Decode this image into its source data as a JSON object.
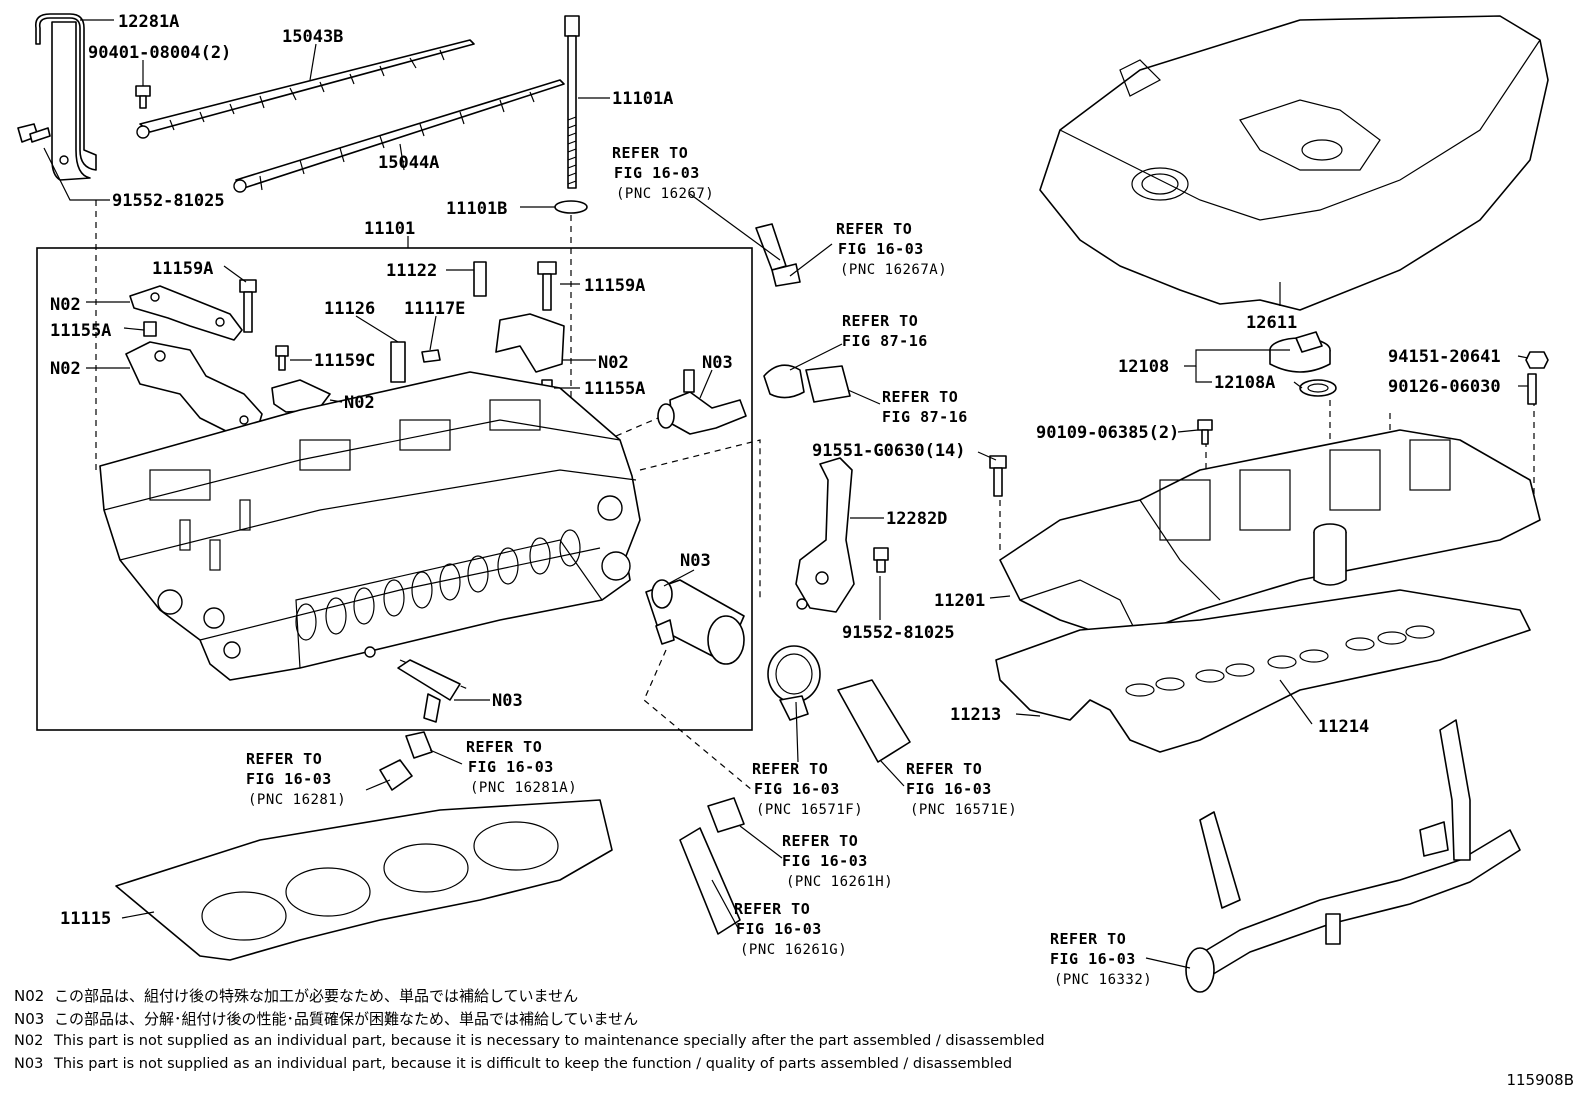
{
  "parts": {
    "p12281A": "12281A",
    "p90401": "90401-08004(2)",
    "p15043B": "15043B",
    "p11101A": "11101A",
    "p15044A": "15044A",
    "p91552a": "91552-81025",
    "p11101B": "11101B",
    "p11101": "11101",
    "p11159A_1": "11159A",
    "p11122": "11122",
    "p11159A_2": "11159A",
    "pN02_1": "N02",
    "p11126": "11126",
    "p11117E": "11117E",
    "p11155A_1": "11155A",
    "pN02_2": "N02",
    "p11159C": "11159C",
    "pN02_3": "N02",
    "pN02_4": "N02",
    "p11155A_2": "11155A",
    "pN03_1": "N03",
    "pN03_2": "N03",
    "pN03_3": "N03",
    "p12611": "12611",
    "p12108": "12108",
    "p12108A": "12108A",
    "p94151": "94151-20641",
    "p90126": "90126-06030",
    "p90109": "90109-06385(2)",
    "p91551": "91551-G0630(14)",
    "p12282D": "12282D",
    "p91552b": "91552-81025",
    "p11201": "11201",
    "p11213": "11213",
    "p11214": "11214",
    "p11115": "11115"
  },
  "refs": {
    "r1": {
      "a": "REFER TO",
      "b": "FIG 16-03",
      "c": "(PNC 16267)"
    },
    "r2": {
      "a": "REFER TO",
      "b": "FIG 16-03",
      "c": "(PNC 16267A)"
    },
    "r3": {
      "a": "REFER TO",
      "b": "FIG 87-16"
    },
    "r4": {
      "a": "REFER TO",
      "b": "FIG 87-16"
    },
    "r5": {
      "a": "REFER TO",
      "b": "FIG 16-03",
      "c": "(PNC 16281)"
    },
    "r6": {
      "a": "REFER TO",
      "b": "FIG 16-03",
      "c": "(PNC 16281A)"
    },
    "r7": {
      "a": "REFER TO",
      "b": "FIG 16-03",
      "c": "(PNC 16571F)"
    },
    "r8": {
      "a": "REFER TO",
      "b": "FIG 16-03",
      "c": "(PNC 16571E)"
    },
    "r9": {
      "a": "REFER TO",
      "b": "FIG 16-03",
      "c": "(PNC 16261H)"
    },
    "r10": {
      "a": "REFER TO",
      "b": "FIG 16-03",
      "c": "(PNC 16261G)"
    },
    "r11": {
      "a": "REFER TO",
      "b": "FIG 16-03",
      "c": "(PNC 16332)"
    }
  },
  "notes": [
    {
      "code": "N02",
      "text": "この部品は、組付け後の特殊な加工が必要なため、単品では補給していません"
    },
    {
      "code": "N03",
      "text": "この部品は、分解･組付け後の性能･品質確保が困難なため、単品では補給していません"
    },
    {
      "code": "N02",
      "text": "This part is not supplied as an individual part, because it is necessary to maintenance specially after the part assembled / disassembled"
    },
    {
      "code": "N03",
      "text": "This part is not supplied as an individual part, because it is difficult to keep the function / quality of parts  assembled / disassembled"
    }
  ],
  "illustration_id": "115908B"
}
